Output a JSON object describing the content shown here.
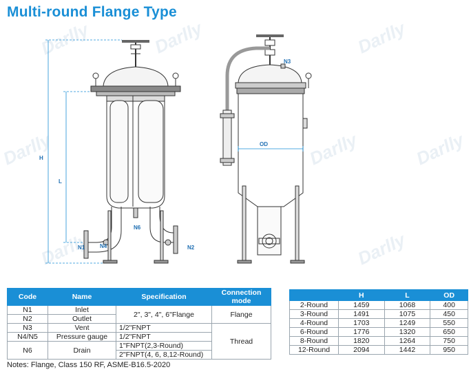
{
  "title": "Multi-round Flange Type",
  "watermark": "Darlly",
  "diagram_labels": {
    "h": "H",
    "l": "L",
    "od": "OD",
    "n1": "N1",
    "n2": "N2",
    "n3": "N3",
    "n4": "N4",
    "n6": "N6"
  },
  "table1": {
    "headers": [
      "Code",
      "Name",
      "Specification",
      "Connection mode"
    ],
    "rows": [
      {
        "code": "N1",
        "name": "Inlet"
      },
      {
        "code": "N2",
        "name": "Outlet"
      },
      {
        "code": "N3",
        "name": "Vent"
      },
      {
        "code": "N4/N5",
        "name": "Pressure gauge"
      },
      {
        "code": "N6",
        "name": "Drain"
      }
    ],
    "spec_flange": "2\", 3\", 4\", 6\"Flange",
    "spec_vent": "1/2\"FNPT",
    "spec_gauge": "1/2\"FNPT",
    "spec_drain_1": "1\"FNPT(2,3-Round)",
    "spec_drain_2": "2\"FNPT(4, 6, 8,12-Round)",
    "conn_flange": "Flange",
    "conn_thread": "Thread"
  },
  "table2": {
    "headers": [
      "",
      "H",
      "L",
      "OD"
    ],
    "rows": [
      {
        "model": "2-Round",
        "h": "1459",
        "l": "1068",
        "od": "400"
      },
      {
        "model": "3-Round",
        "h": "1491",
        "l": "1075",
        "od": "450"
      },
      {
        "model": "4-Round",
        "h": "1703",
        "l": "1249",
        "od": "550"
      },
      {
        "model": "6-Round",
        "h": "1776",
        "l": "1320",
        "od": "650"
      },
      {
        "model": "8-Round",
        "h": "1820",
        "l": "1264",
        "od": "750"
      },
      {
        "model": "12-Round",
        "h": "2094",
        "l": "1442",
        "od": "950"
      }
    ]
  },
  "note": "Notes: Flange, Class 150 RF, ASME-B16.5-2020"
}
